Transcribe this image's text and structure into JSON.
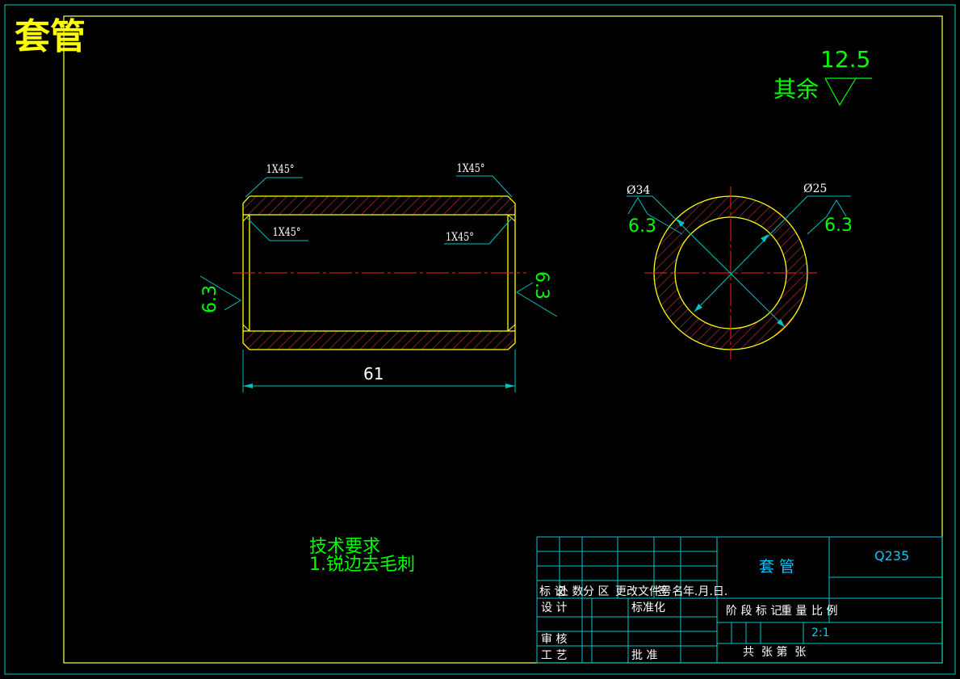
{
  "title": "套管",
  "roughness": {
    "label": "其余",
    "value": "12.5"
  },
  "side_view": {
    "chamfers": [
      "1X45°",
      "1X45°",
      "1X45°",
      "1X45°"
    ],
    "left_roughness": "6.3",
    "right_roughness": "6.3",
    "length_dim": "61"
  },
  "section_view": {
    "outer_dia": "Ø34",
    "inner_dia": "Ø25",
    "left_roughness": "6.3",
    "right_roughness": "6.3"
  },
  "tech_requirements": {
    "heading": "技术要求",
    "items": [
      "1.锐边去毛刺"
    ]
  },
  "title_block": {
    "part_name": "套 管",
    "material": "Q235",
    "header_row": [
      "标 记",
      "处 数",
      "分 区",
      "更改文件号",
      "签 名",
      "年.月.日."
    ],
    "design": "设 计",
    "standardize": "标准化",
    "stage_labels": [
      "阶 段 标 记",
      "重 量",
      "比 例"
    ],
    "scale": "2:1",
    "review": "审 核",
    "process": "工 艺",
    "approve": "批 准",
    "sheets": "共  张 第  张"
  },
  "colors": {
    "frame": "#ffff66",
    "outline": "#ffff00",
    "annotation": "#00ff00",
    "dim_line": "#00c0c0",
    "center_line": "#ff2020",
    "hatch": "#c03030",
    "title_text": "#ffffff",
    "title_block_line": "#00c8c8"
  }
}
